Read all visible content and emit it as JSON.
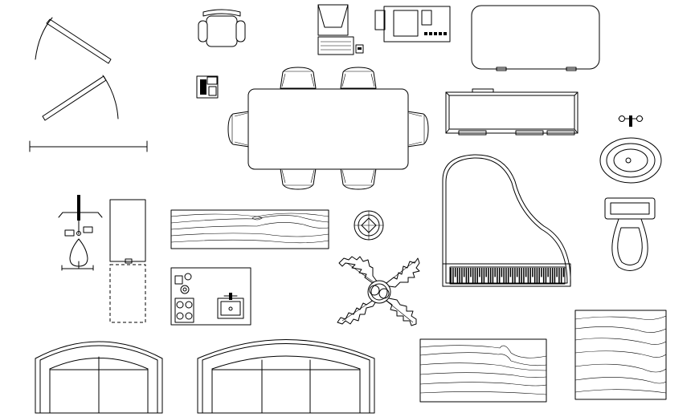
{
  "drawing": {
    "stroke_color": "#000000",
    "background_color": "#ffffff",
    "symbols": [
      {
        "name": "door-swing-upper",
        "icon": "door-swing-icon"
      },
      {
        "name": "door-swing-lower",
        "icon": "door-swing-icon"
      },
      {
        "name": "scale-bar",
        "icon": "dimension-line-icon"
      },
      {
        "name": "office-chair",
        "icon": "chair-icon"
      },
      {
        "name": "telephone",
        "icon": "telephone-icon"
      },
      {
        "name": "computer-desk-set",
        "icon": "computer-icon"
      },
      {
        "name": "tv-unit",
        "icon": "television-icon"
      },
      {
        "name": "bathtub",
        "icon": "bathtub-icon"
      },
      {
        "name": "dining-table-six-chairs",
        "icon": "dining-table-icon"
      },
      {
        "name": "cabinet",
        "icon": "cabinet-icon"
      },
      {
        "name": "wash-basin",
        "icon": "wash-basin-icon"
      },
      {
        "name": "toilet",
        "icon": "toilet-icon"
      },
      {
        "name": "grand-piano",
        "icon": "grand-piano-icon"
      },
      {
        "name": "gym-station",
        "icon": "gym-equipment-icon"
      },
      {
        "name": "wardrobe",
        "icon": "wardrobe-icon"
      },
      {
        "name": "wood-bench",
        "icon": "wood-grain-icon"
      },
      {
        "name": "round-side-table",
        "icon": "round-table-icon"
      },
      {
        "name": "kitchen-counter",
        "icon": "kitchen-counter-icon"
      },
      {
        "name": "potted-plant",
        "icon": "plant-icon"
      },
      {
        "name": "sofa-three-seat",
        "icon": "sofa-icon"
      },
      {
        "name": "sofa-four-seat",
        "icon": "sofa-icon"
      },
      {
        "name": "wood-panel-wide",
        "icon": "wood-grain-icon"
      },
      {
        "name": "wood-panel-square",
        "icon": "wood-grain-icon"
      }
    ]
  }
}
